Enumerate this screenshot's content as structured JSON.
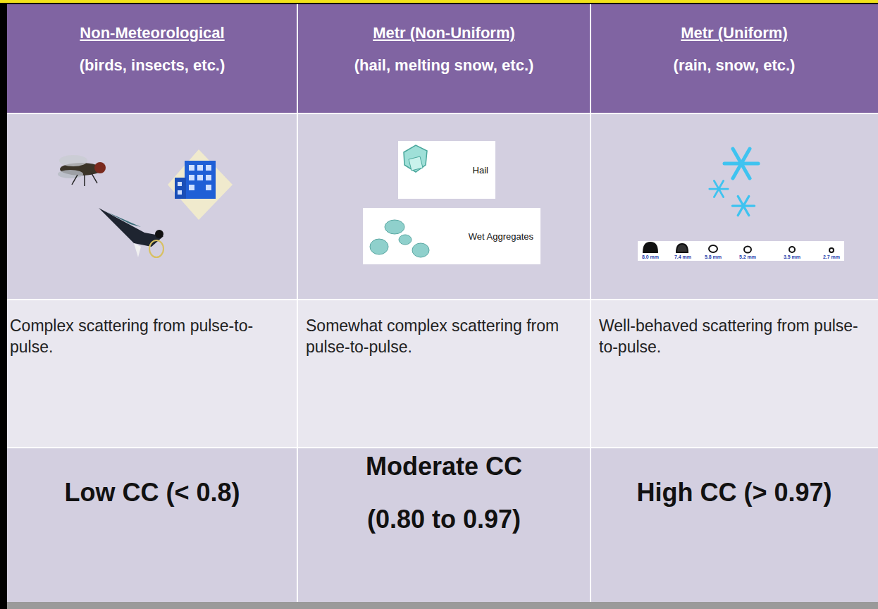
{
  "diagram": {
    "nodes": [
      {
        "text": [
          "Hail"
        ]
      },
      {
        "text": [
          "Wet Aggregates"
        ]
      }
    ],
    "labels": [
      "Non-Meteorological",
      "(birds, insects, etc.)",
      "Metr (Non-Uniform)",
      "(hail, melting snow, etc.)",
      "Metr (Uniform)",
      "(rain, snow, etc.)",
      "8.0 mm",
      "7.4 mm",
      "5.8 mm",
      "5.2 mm",
      "3.5 mm",
      "2.7 mm",
      "Complex scattering from pulse-to-pulse.",
      "Somewhat complex scattering from pulse-to-pulse.",
      "Well-behaved scattering from pulse-to-pulse.",
      "Low CC (< 0.8)",
      "Moderate CC",
      "(0.80 to 0.97)",
      "High CC (> 0.97)"
    ]
  }
}
